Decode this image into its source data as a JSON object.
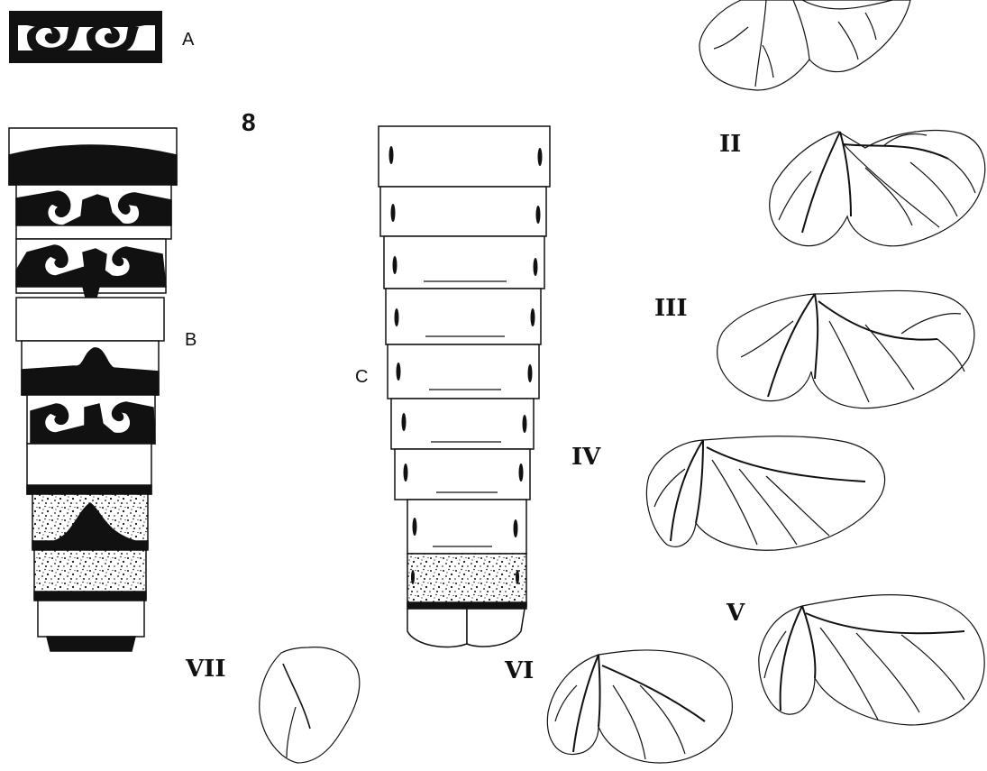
{
  "figure": {
    "number": "8",
    "panel_labels": {
      "a": "A",
      "b": "B",
      "c": "C"
    },
    "gill_labels": {
      "ii": "II",
      "iii": "III",
      "iv": "IV",
      "v": "V",
      "vi": "VI",
      "vii": "VII"
    }
  },
  "colors": {
    "ink": "#111111",
    "paper": "#ffffff"
  }
}
